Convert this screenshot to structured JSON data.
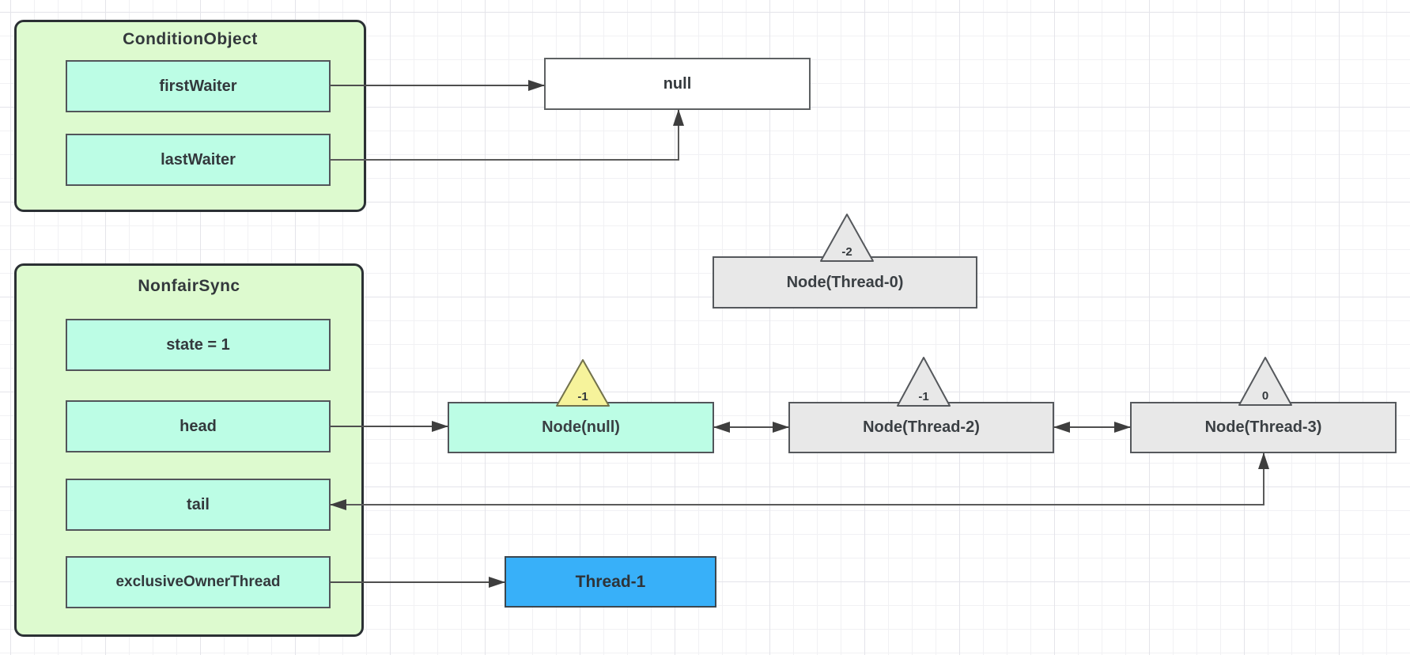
{
  "diagram": {
    "condition_object": {
      "title": "ConditionObject",
      "fields": [
        {
          "label": "firstWaiter"
        },
        {
          "label": "lastWaiter"
        }
      ]
    },
    "nonfair_sync": {
      "title": "NonfairSync",
      "fields": [
        {
          "label": "state = 1"
        },
        {
          "label": "head"
        },
        {
          "label": "tail"
        },
        {
          "label": "exclusiveOwnerThread"
        }
      ]
    },
    "null_box": {
      "label": "null"
    },
    "thread_box": {
      "label": "Thread-1"
    },
    "queue_nodes": [
      {
        "label": "Node(Thread-0)",
        "wait_status": "-2",
        "variant": "gray"
      },
      {
        "label": "Node(null)",
        "wait_status": "-1",
        "variant": "mint"
      },
      {
        "label": "Node(Thread-2)",
        "wait_status": "-1",
        "variant": "gray"
      },
      {
        "label": "Node(Thread-3)",
        "wait_status": "0",
        "variant": "gray"
      }
    ],
    "colors": {
      "container_fill": "#DDFACF",
      "container_border": "#2B3034",
      "field_fill": "#BCFDE5",
      "node_gray_fill": "#E8E8E8",
      "badge_yellow_fill": "#F6F39B",
      "thread_fill": "#38B0F9",
      "null_fill": "#FFFFFF",
      "arrow_stroke": "#4E4E4E"
    }
  }
}
